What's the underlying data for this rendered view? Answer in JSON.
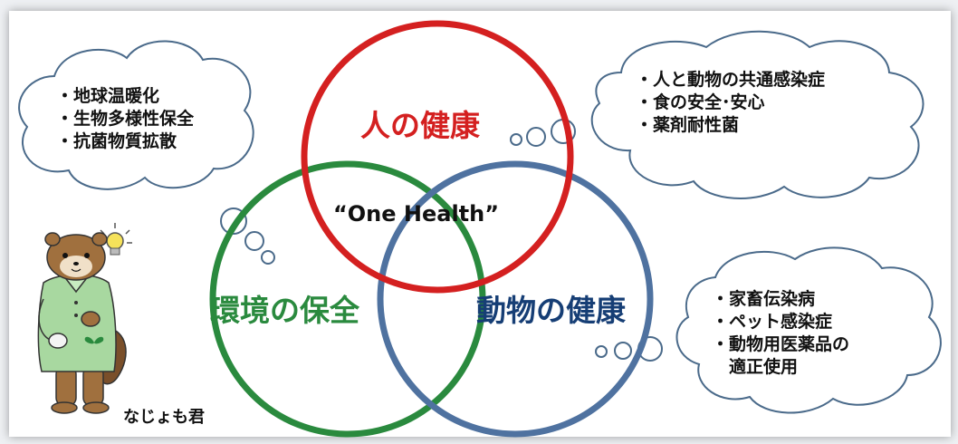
{
  "title": "One Health",
  "circles": {
    "human": {
      "label": "人の健康",
      "color": "#d42020"
    },
    "environment": {
      "label": "環境の保全",
      "color": "#2a8a3e"
    },
    "animal": {
      "label": "動物の健康",
      "color": "#163e75"
    }
  },
  "center_label": "“One Health”",
  "bubbles": {
    "environment": [
      "・地球温暖化",
      "・生物多様性保全",
      "・抗菌物質拡散"
    ],
    "human": [
      "・人と動物の共通感染症",
      "・食の安全･安心",
      "・薬剤耐性菌"
    ],
    "animal": [
      "・家畜伝染病",
      "・ペット感染症",
      "・動物用医薬品の",
      "　適正使用"
    ]
  },
  "mascot": {
    "name": "なじょも君",
    "icon": "weasel-mascot-icon"
  },
  "colors": {
    "bubble_stroke": "#4a6a8a",
    "mascot_body": "#a0703e",
    "mascot_shirt": "#a8d8a0"
  }
}
